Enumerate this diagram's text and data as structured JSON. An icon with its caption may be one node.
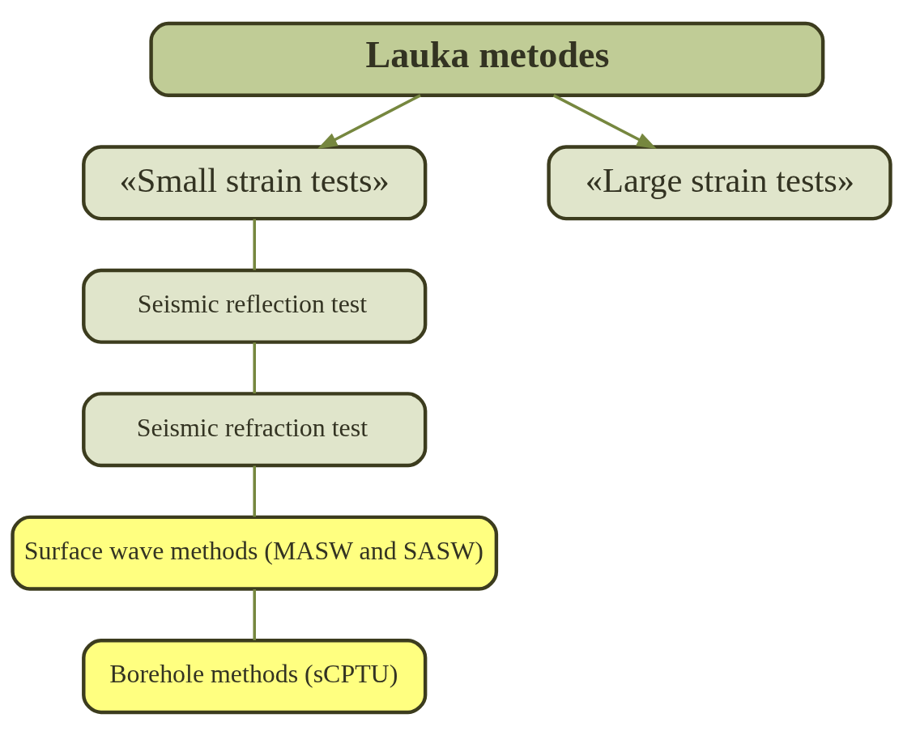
{
  "diagram": {
    "nodes": [
      {
        "text": [
          "Lauka metodes"
        ]
      },
      {
        "text": [
          "«Small strain tests»"
        ]
      },
      {
        "text": [
          "«Large strain tests»"
        ]
      },
      {
        "text": [
          "Seismic reflection test"
        ]
      },
      {
        "text": [
          "Seismic refraction test"
        ]
      },
      {
        "text": [
          "Surface wave methods (MASW and SASW)"
        ]
      },
      {
        "text": [
          "Borehole methods (sCPTU)"
        ]
      }
    ],
    "edges": [
      {
        "from": 0,
        "to": 1,
        "arrow": "to"
      },
      {
        "from": 0,
        "to": 2,
        "arrow": "to"
      },
      {
        "from": 1,
        "to": 3,
        "arrow": "none"
      },
      {
        "from": 3,
        "to": 4,
        "arrow": "none"
      },
      {
        "from": 4,
        "to": 5,
        "arrow": "none"
      },
      {
        "from": 5,
        "to": 6,
        "arrow": "none"
      }
    ]
  }
}
